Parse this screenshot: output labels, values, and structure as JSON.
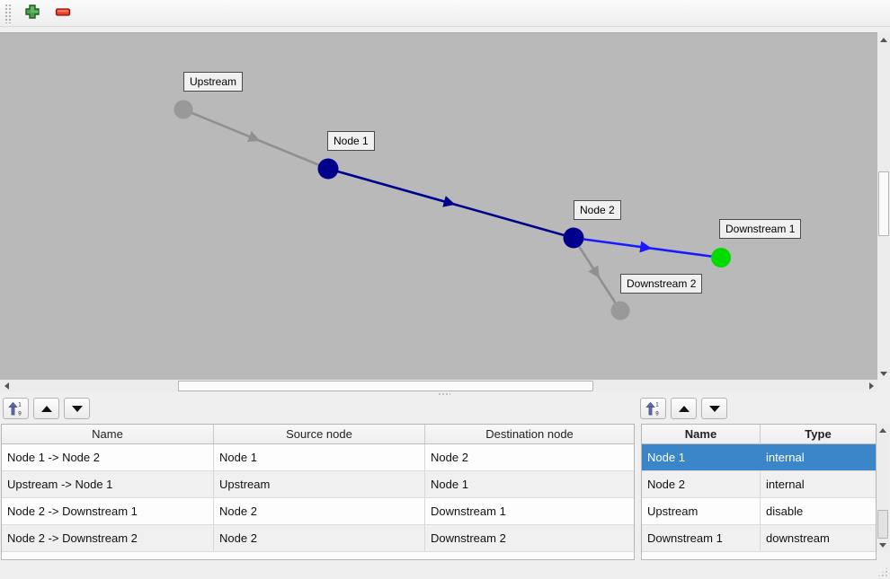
{
  "toolbar": {
    "add_icon": "add-node-icon",
    "remove_icon": "remove-node-icon"
  },
  "graph": {
    "canvas_bg": "#b9b9b9",
    "nodes": [
      {
        "label": "Upstream",
        "color": "#999999"
      },
      {
        "label": "Node 1",
        "color": "#00008c"
      },
      {
        "label": "Node 2",
        "color": "#00008c"
      },
      {
        "label": "Downstream 1",
        "color": "#00dc00"
      },
      {
        "label": "Downstream 2",
        "color": "#999999"
      }
    ],
    "edges": [
      {
        "name": "Upstream -> Node 1",
        "color": "#909090"
      },
      {
        "name": "Node 1 -> Node 2",
        "color": "#00008c"
      },
      {
        "name": "Node 2 -> Downstream 1",
        "color": "#1a1aff"
      },
      {
        "name": "Node 2 -> Downstream 2",
        "color": "#909090"
      }
    ]
  },
  "icons": {
    "sort_digit_top": "1",
    "sort_digit_bottom": "9"
  },
  "edge_table": {
    "headers": [
      "Name",
      "Source node",
      "Destination node"
    ],
    "rows": [
      {
        "name": "Node 1 -> Node 2",
        "source": "Node 1",
        "destination": "Node 2"
      },
      {
        "name": "Upstream -> Node 1",
        "source": "Upstream",
        "destination": "Node 1"
      },
      {
        "name": "Node 2 -> Downstream 1",
        "source": "Node 2",
        "destination": "Downstream 1"
      },
      {
        "name": "Node 2 -> Downstream 2",
        "source": "Node 2",
        "destination": "Downstream 2"
      }
    ]
  },
  "node_table": {
    "headers": [
      "Name",
      "Type"
    ],
    "selection_color": "#3a86c8",
    "rows": [
      {
        "name": "Node 1",
        "type": "internal",
        "selected": true
      },
      {
        "name": "Node 2",
        "type": "internal",
        "selected": false
      },
      {
        "name": "Upstream",
        "type": "disable",
        "selected": false
      },
      {
        "name": "Downstream 1",
        "type": "downstream",
        "selected": false
      }
    ]
  }
}
